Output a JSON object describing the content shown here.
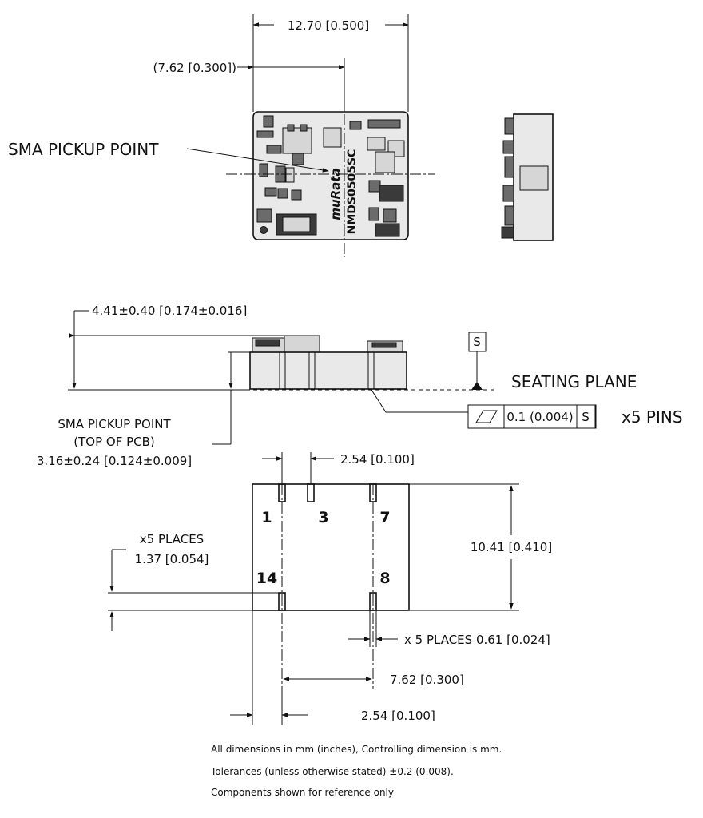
{
  "top_view": {
    "width_dim": "12.70 [0.500]",
    "center_dim": "(7.62 [0.300])",
    "pickup_label": "SMA PICKUP POINT",
    "board_marking_1": "muRata",
    "board_marking_2": "NMDS0505SC"
  },
  "side_view": {
    "height_dim": "4.41±0.40 [0.174±0.016]",
    "pickup_label_line1": "SMA PICKUP POINT",
    "pickup_label_line2": "(TOP OF PCB)",
    "pickup_height_dim": "3.16±0.24 [0.124±0.009]",
    "seating_plane_label": "SEATING PLANE",
    "datum_letter": "S",
    "tolerance_value": "0.1 (0.004)",
    "tolerance_datum": "S",
    "tolerance_suffix": "x5 PINS"
  },
  "bottom_view": {
    "pin_pitch_top": "2.54 [0.100]",
    "pin_numbers": [
      "1",
      "3",
      "7",
      "14",
      "8"
    ],
    "places_label": "x5 PLACES",
    "pin_length_dim": "1.37 [0.054]",
    "height_dim": "10.41 [0.410]",
    "pin_width_dim": "x 5 PLACES 0.61 [0.024]",
    "row_spacing_dim": "7.62 [0.300]",
    "edge_offset_dim": "2.54 [0.100]"
  },
  "notes": [
    "All dimensions in mm (inches), Controlling dimension is mm.",
    "Tolerances (unless otherwise stated) ±0.2 (0.008).",
    "Components shown for reference only"
  ]
}
